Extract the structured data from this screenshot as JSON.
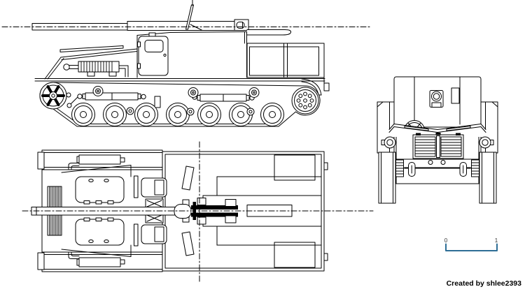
{
  "page": {
    "background": "#ffffff",
    "line_color": "#000000"
  },
  "drawing": {
    "subject": "Three-view technical line drawing of a tracked self-propelled artillery vehicle",
    "views": [
      {
        "id": "side-view",
        "description": "side elevation with gun barrel, cab, cargo bed and running gear"
      },
      {
        "id": "top-view",
        "description": "plan view with engine hatches, gun assembly and cargo bed"
      },
      {
        "id": "front-view",
        "description": "front elevation with radiator grille, tow hooks and tracks"
      }
    ]
  },
  "scale_bar": {
    "start_label": "0",
    "end_label": "1",
    "color": "#2e6e96",
    "label_color": "#333333"
  },
  "credit": {
    "text": "Created by shlee2393"
  }
}
